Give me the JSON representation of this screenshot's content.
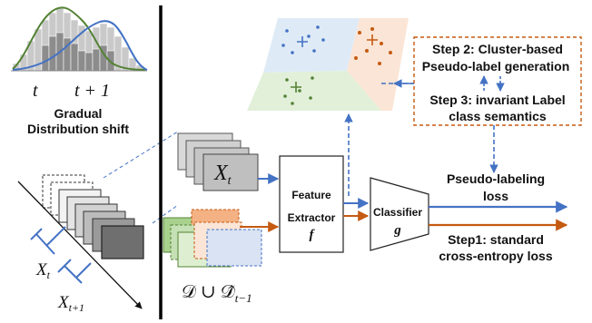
{
  "left_panel": {
    "label_t": "t",
    "label_t1": "t + 1",
    "caption_line1": "Gradual",
    "caption_line2": "Distribution shift",
    "window_label_t": "X",
    "window_label_t_sub": "t",
    "window_label_t1": "X",
    "window_label_t1_sub": "t+1"
  },
  "inputs": {
    "stack_label": "X",
    "stack_label_sub": "t",
    "dataset_label": "𝒟 ∪ 𝒟̂",
    "dataset_label_sub": "t−1"
  },
  "extractor": {
    "line1": "Feature",
    "line2": "Extractor",
    "symbol": "f"
  },
  "classifier": {
    "line1": "Classifier",
    "symbol": "g"
  },
  "steps": {
    "step2_line1": "Step 2: Cluster-based",
    "step2_line2": "Pseudo-label generation",
    "step3_line1": "Step 3: invariant Label",
    "step3_line2": "class semantics"
  },
  "losses": {
    "pseudo_line1": "Pseudo-labeling",
    "pseudo_line2": "loss",
    "ce_line1": "Step1: standard",
    "ce_line2": "cross-entropy loss"
  },
  "colors": {
    "blue": "#4472C4",
    "orange": "#C55A11",
    "green": "#548235",
    "cluster_blue": "#DEEBF7",
    "cluster_orange": "#FBE5D6",
    "cluster_green": "#E2F0D9"
  }
}
